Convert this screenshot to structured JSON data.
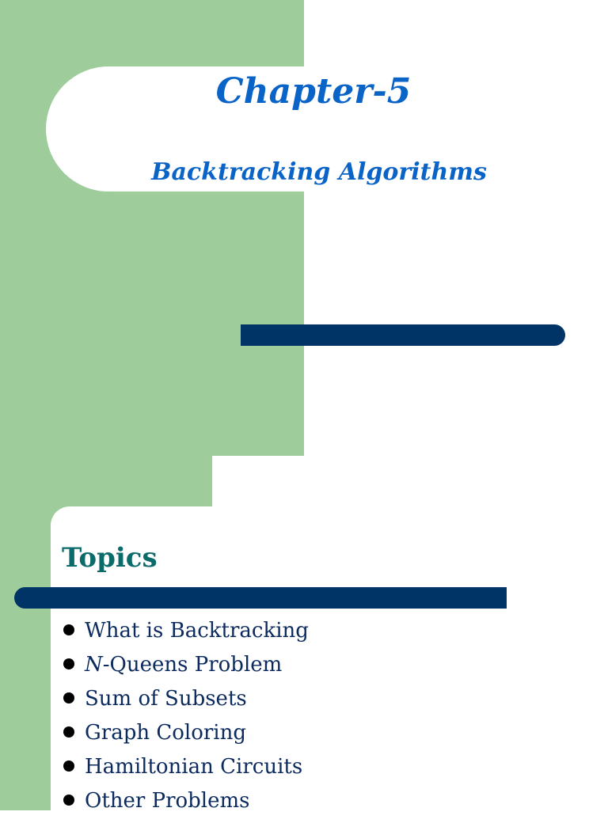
{
  "slide": {
    "title": "Chapter-5",
    "subtitle": "Backtracking Algorithms"
  },
  "topics": {
    "heading": "Topics",
    "items": [
      {
        "text": "What is Backtracking"
      },
      {
        "prefix": "N",
        "text": "-Queens Problem"
      },
      {
        "text": "Sum of Subsets"
      },
      {
        "text": "Graph Coloring"
      },
      {
        "text": "Hamiltonian Circuits"
      },
      {
        "text": "Other Problems"
      }
    ]
  },
  "colors": {
    "green_panel": "#9ecc9a",
    "navy_bar": "#003366",
    "title_blue": "#0a63c6",
    "heading_teal": "#0b6b6b",
    "body_text": "#0b2a5e"
  }
}
